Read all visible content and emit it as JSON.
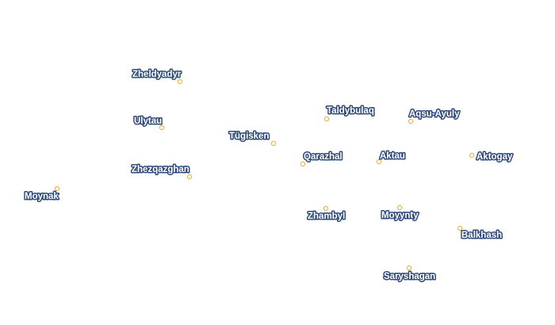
{
  "map": {
    "label_color": "#ffffff",
    "halo_color": "#2f4a7a",
    "marker_stroke": "#f0b54a",
    "marker_fill": "#ffffff",
    "cities": [
      {
        "name": "Zheldyadyr"
      },
      {
        "name": "Ulytau"
      },
      {
        "name": "Zhezqazghan"
      },
      {
        "name": "Moynak"
      },
      {
        "name": "Tügisken"
      },
      {
        "name": "Taldybulaq"
      },
      {
        "name": "Aqsu-Ayuly"
      },
      {
        "name": "Qarazhal"
      },
      {
        "name": "Aktau"
      },
      {
        "name": "Aktogay"
      },
      {
        "name": "Zhambyl"
      },
      {
        "name": "Moyynty"
      },
      {
        "name": "Balkhash"
      },
      {
        "name": "Saryshagan"
      }
    ]
  }
}
